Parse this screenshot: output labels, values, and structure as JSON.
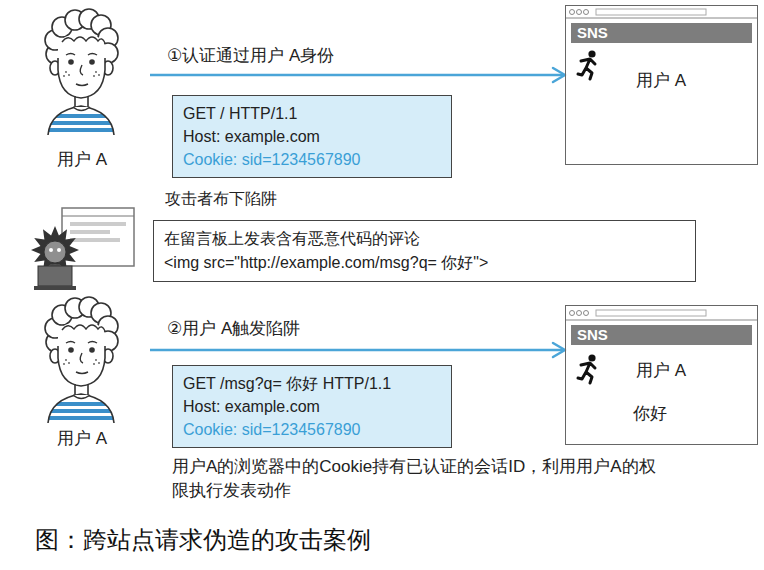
{
  "diagram": {
    "caption": "图：跨站点请求伪造的攻击案例",
    "nodes": [
      {
        "text": [
          "用户 A"
        ]
      },
      {
        "text": [
          "SNS",
          "用户 A"
        ]
      },
      {
        "text": [
          "GET / HTTP/1.1",
          "Host: example.com",
          "Cookie: sid=1234567890"
        ]
      },
      {
        "text": [
          "攻击者布下陷阱",
          "在留言板上发表含有恶意代码的评论",
          "<img src=\"http://example.com/msg?q= 你好\">"
        ]
      },
      {
        "text": [
          "用户 A"
        ]
      },
      {
        "text": [
          "SNS",
          "用户 A",
          "你好"
        ]
      },
      {
        "text": [
          "GET /msg?q= 你好 HTTP/1.1",
          "Host: example.com",
          "Cookie: sid=1234567890"
        ]
      }
    ],
    "edges": [
      {
        "from": 0,
        "to": 1,
        "arrow": "to",
        "label": "①认证通过用户 A身份"
      },
      {
        "from": 4,
        "to": 5,
        "arrow": "to",
        "label": "②用户 A触发陷阱"
      }
    ],
    "labels": [
      "用户A的浏览器中的Cookie持有已认证的会话ID，利用用户A的权限执行发表动作"
    ]
  }
}
